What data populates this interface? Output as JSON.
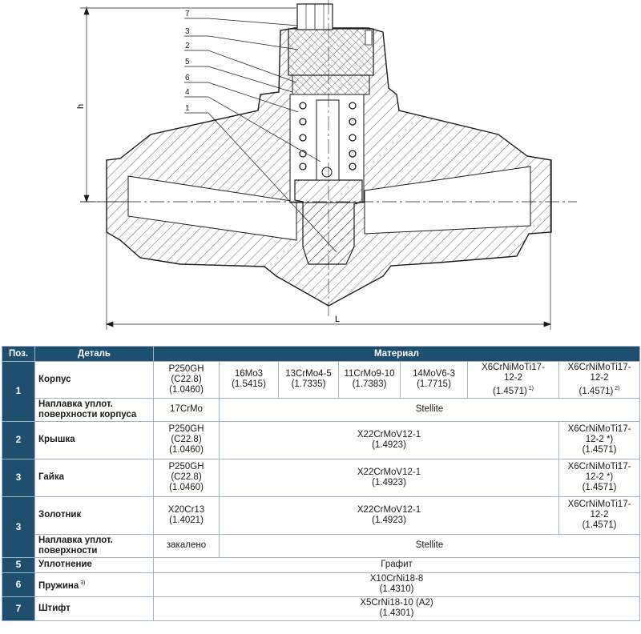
{
  "drawing": {
    "dim_height_label": "h",
    "dim_length_label": "L",
    "callouts": [
      "7",
      "3",
      "2",
      "5",
      "6",
      "4",
      "1"
    ]
  },
  "table": {
    "headers": {
      "pos": "Поз.",
      "part": "Деталь",
      "material": "Материал"
    },
    "rows": [
      {
        "pos": "1",
        "part": "Корпус",
        "base": "P250GH\n(C22.8)\n(1.0460)",
        "materials": [
          "16Mo3\n(1.5415)",
          "13CrMo4-5\n(1.7335)",
          "11CrMo9-10\n(1.7383)",
          "14MoV6-3\n(1.7715)",
          "X6CrNiMoTi17-\n12-2\n(1.4571)",
          "X6CrNiMoTi17-\n12-2\n(1.4571)"
        ],
        "notes": [
          "",
          "",
          "",
          "",
          "1)",
          "2)"
        ]
      },
      {
        "part": "Наплавка уплот.\nповерхности корпуса",
        "base": "17CrMo",
        "material_span": "Stellite"
      },
      {
        "pos": "2",
        "part": "Крышка",
        "base": "P250GH\n(C22.8)\n(1.0460)",
        "material_span": "X22CrMoV12-1\n(1.4923)",
        "material_last": "X6CrNiMoTi17-\n12-2 *)\n(1.4571)"
      },
      {
        "pos": "3",
        "part": "Гайка",
        "base": "P250GH\n(C22.8)\n(1.0460)",
        "material_span": "X22CrMoV12-1\n(1.4923)",
        "material_last": "X6CrNiMoTi17-\n12-2 *)\n(1.4571)"
      },
      {
        "pos": "3",
        "part": "Золотник",
        "base": "X20Cr13\n(1.4021)",
        "material_span": "X22CrMoV12-1\n(1.4923)",
        "material_last": "X6CrNiMoTi17-\n12-2\n(1.4571)"
      },
      {
        "part": "Наплавка уплот.\nповерхности",
        "base": "закалено",
        "material_span": "Stellite"
      },
      {
        "pos": "5",
        "part": "Уплотнение",
        "material_full": "Графит"
      },
      {
        "pos": "6",
        "part": "Пружина",
        "part_note": "3)",
        "material_full": "X10CrNi18-8\n(1.4310)"
      },
      {
        "pos": "7",
        "part": "Штифт",
        "material_full": "X5CrNi18-10 (A2)\n(1.4301)"
      }
    ]
  },
  "colors": {
    "header_bg": "#1f4f6e",
    "header_text": "#ffffff",
    "border": "#9fb3c4",
    "line": "#1a1a1a"
  }
}
